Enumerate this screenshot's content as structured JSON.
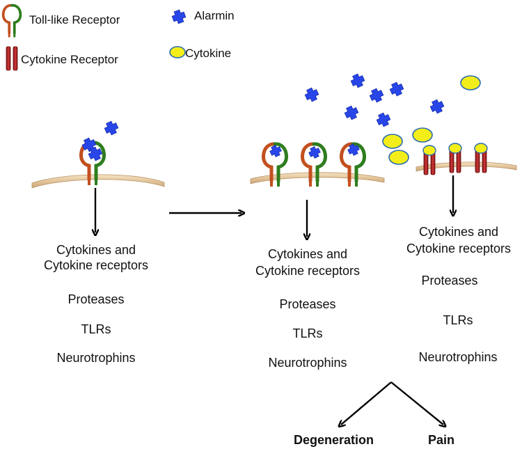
{
  "legend": {
    "toll_like_receptor": "Toll-like Receptor",
    "alarmin": "Alarmin",
    "cytokine_receptor": "Cytokine Receptor",
    "cytokine": "Cytokine"
  },
  "panel_left": {
    "line1": "Cytokines and",
    "line2": "Cytokine receptors",
    "proteases": "Proteases",
    "tlrs": "TLRs",
    "neurotrophins": "Neurotrophins"
  },
  "panel_middle": {
    "line1": "Cytokines and",
    "line2": "Cytokine receptors",
    "proteases": "Proteases",
    "tlrs": "TLRs",
    "neurotrophins": "Neurotrophins"
  },
  "panel_right": {
    "line1": "Cytokines and",
    "line2": "Cytokine receptors",
    "proteases": "Proteases",
    "tlrs": "TLRs",
    "neurotrophins": "Neurotrophins"
  },
  "outcomes": {
    "degeneration": "Degeneration",
    "pain": "Pain"
  },
  "colors": {
    "tlr_left_arm": "#c2501f",
    "tlr_right_arm": "#2e7d1e",
    "alarmin": "#2846e8",
    "cytokine_fill": "#f3ee1a",
    "cytokine_stroke": "#2a6bb0",
    "cytokine_receptor": "#b22222",
    "membrane": "#e6c9a0"
  }
}
